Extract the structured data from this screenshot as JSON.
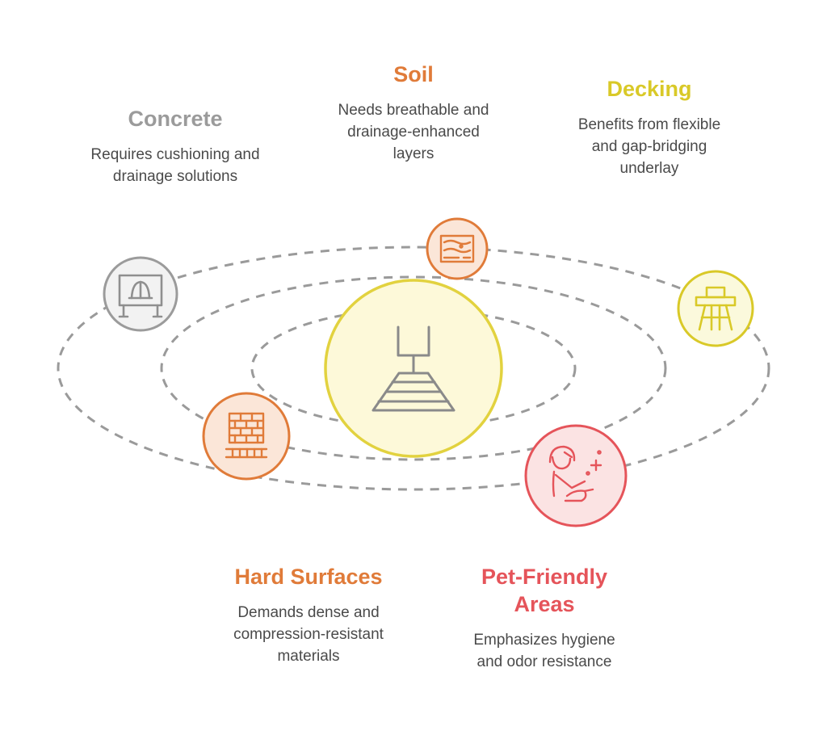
{
  "colors": {
    "concrete": "#9b9b9b",
    "soil": "#e07b39",
    "decking": "#d9c928",
    "hard_surfaces": "#e07b39",
    "pet_friendly": "#e5545a",
    "center": "#e2d23f",
    "orbit": "#9a9a9a"
  },
  "items": {
    "concrete": {
      "title": "Concrete",
      "desc": "Requires cushioning and\ndrainage solutions",
      "icon": "construction-site-icon"
    },
    "soil": {
      "title": "Soil",
      "desc": "Needs breathable and\ndrainage-enhanced\nlayers",
      "icon": "soil-layers-icon"
    },
    "decking": {
      "title": "Decking",
      "desc": "Benefits from flexible\nand gap-bridging\nunderlay",
      "icon": "deck-bench-icon"
    },
    "hard_surfaces": {
      "title": "Hard Surfaces",
      "desc": "Demands dense and\ncompression-resistant\nmaterials",
      "icon": "brick-wall-icon"
    },
    "pet_friendly": {
      "title": "Pet-Friendly\nAreas",
      "desc": "Emphasizes hygiene\nand odor resistance",
      "icon": "person-cleaning-icon"
    }
  },
  "center": {
    "icon": "layered-underlay-icon"
  }
}
